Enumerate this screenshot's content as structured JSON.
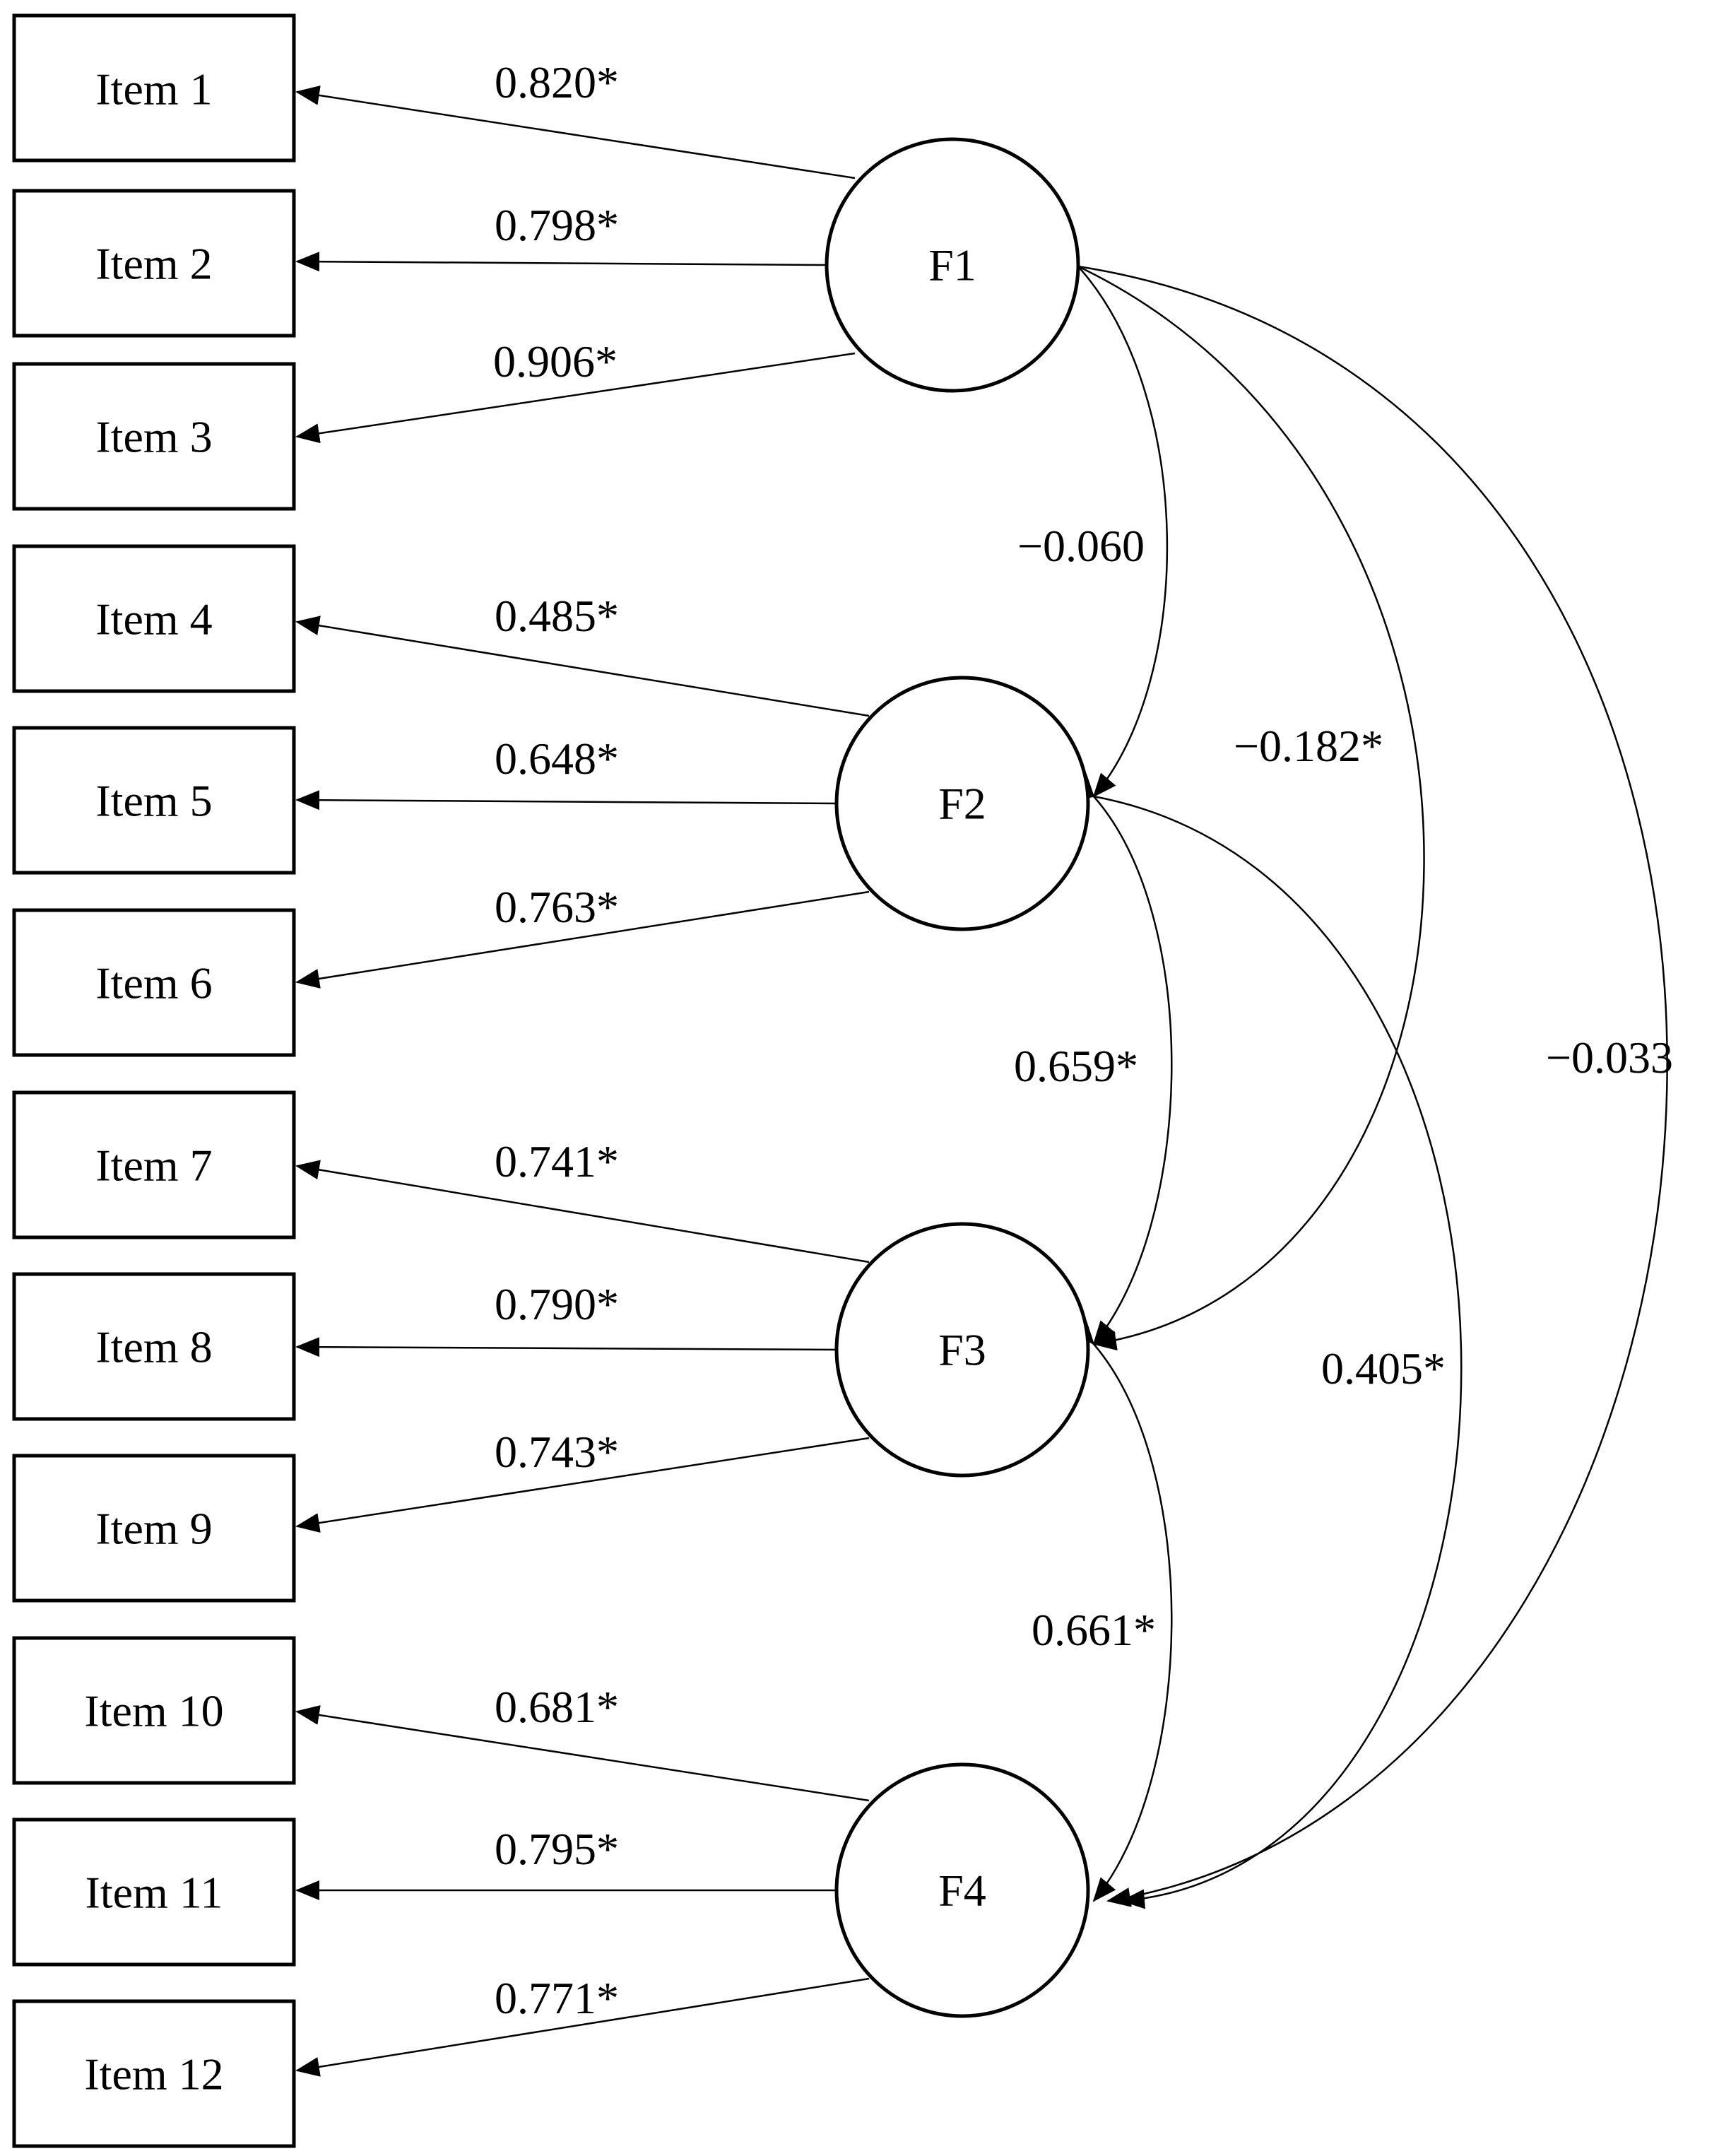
{
  "items": [
    {
      "label": "Item 1"
    },
    {
      "label": "Item 2"
    },
    {
      "label": "Item 3"
    },
    {
      "label": "Item 4"
    },
    {
      "label": "Item 5"
    },
    {
      "label": "Item 6"
    },
    {
      "label": "Item 7"
    },
    {
      "label": "Item 8"
    },
    {
      "label": "Item 9"
    },
    {
      "label": "Item 10"
    },
    {
      "label": "Item 11"
    },
    {
      "label": "Item 12"
    }
  ],
  "factors": [
    {
      "label": "F1"
    },
    {
      "label": "F2"
    },
    {
      "label": "F3"
    },
    {
      "label": "F4"
    }
  ],
  "loadings": [
    {
      "factor": "F1",
      "item": "Item 1",
      "value": "0.820*"
    },
    {
      "factor": "F1",
      "item": "Item 2",
      "value": "0.798*"
    },
    {
      "factor": "F1",
      "item": "Item 3",
      "value": "0.906*"
    },
    {
      "factor": "F2",
      "item": "Item 4",
      "value": "0.485*"
    },
    {
      "factor": "F2",
      "item": "Item 5",
      "value": "0.648*"
    },
    {
      "factor": "F2",
      "item": "Item 6",
      "value": "0.763*"
    },
    {
      "factor": "F3",
      "item": "Item 7",
      "value": "0.741*"
    },
    {
      "factor": "F3",
      "item": "Item 8",
      "value": "0.790*"
    },
    {
      "factor": "F3",
      "item": "Item 9",
      "value": "0.743*"
    },
    {
      "factor": "F4",
      "item": "Item 10",
      "value": "0.681*"
    },
    {
      "factor": "F4",
      "item": "Item 11",
      "value": "0.795*"
    },
    {
      "factor": "F4",
      "item": "Item 12",
      "value": "0.771*"
    }
  ],
  "correlations": [
    {
      "from": "F1",
      "to": "F2",
      "value": "−0.060"
    },
    {
      "from": "F1",
      "to": "F3",
      "value": "−0.182*"
    },
    {
      "from": "F1",
      "to": "F4",
      "value": "−0.033"
    },
    {
      "from": "F2",
      "to": "F3",
      "value": "0.659*"
    },
    {
      "from": "F2",
      "to": "F4",
      "value": "0.405*"
    },
    {
      "from": "F3",
      "to": "F4",
      "value": "0.661*"
    }
  ]
}
